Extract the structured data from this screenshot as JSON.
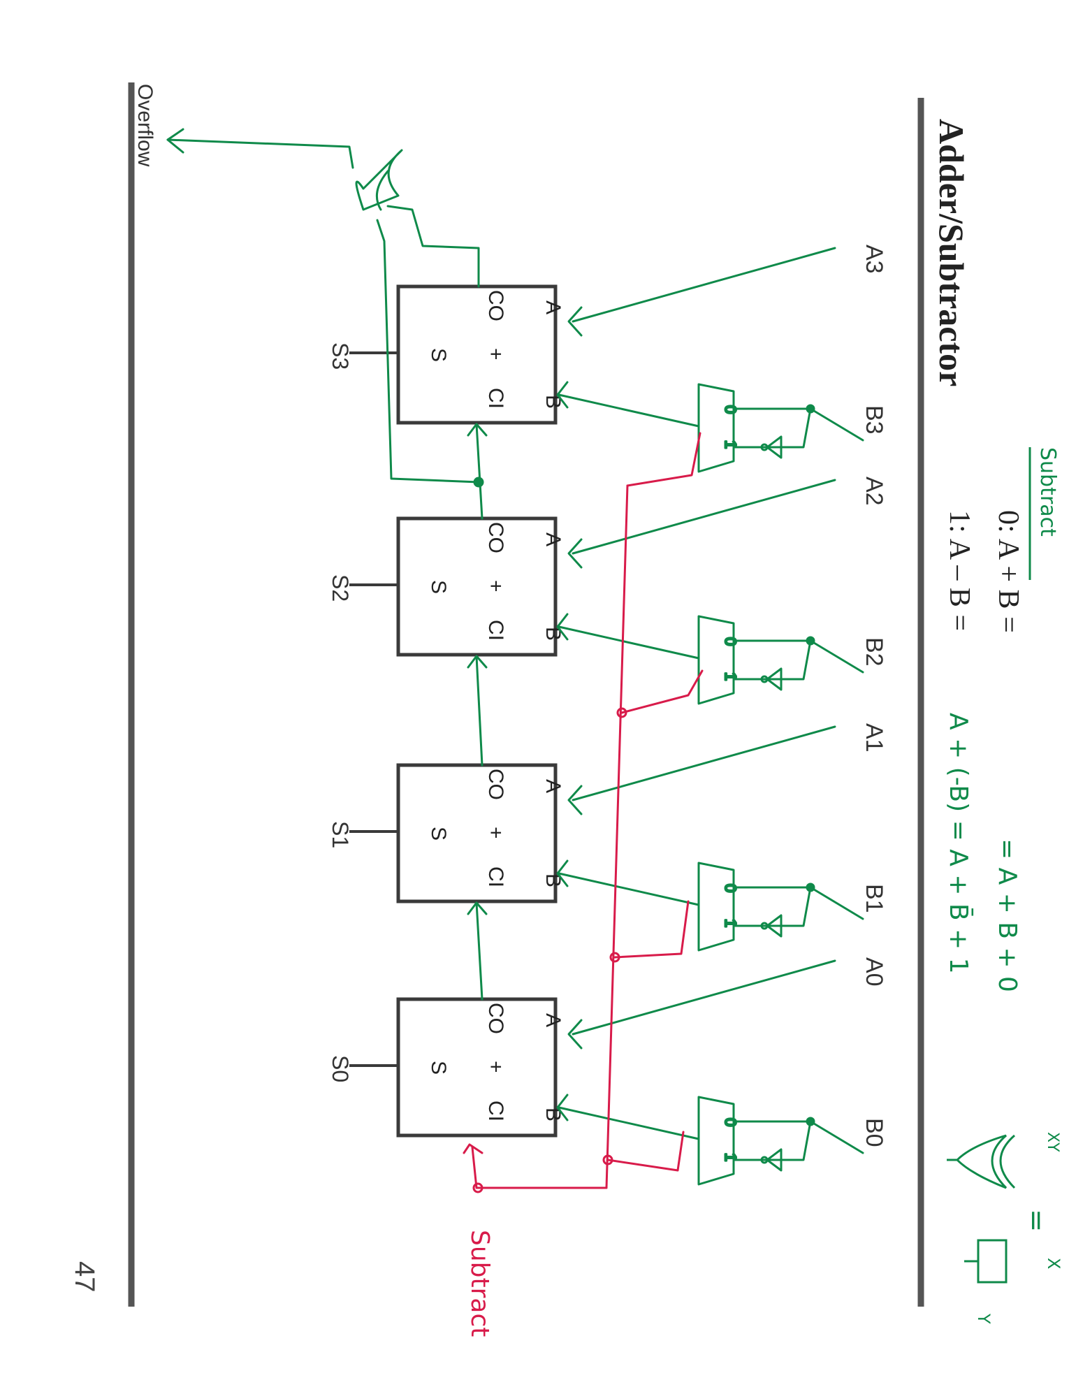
{
  "title": "Adder/Subtractor",
  "page_number": "47",
  "equations": {
    "header": "Subtract",
    "add_line": "0:  A + B =",
    "add_rhs": "= A + B + 0",
    "sub_line": "1:  A – B =",
    "sub_rhs": "A + (-B) = A + B̄ + 1"
  },
  "overflow_label": "Overflow",
  "subtract_label": "Subtract",
  "adders": [
    {
      "a": "A",
      "b": "B",
      "co": "CO",
      "ci": "CI",
      "op": "+",
      "s": "S",
      "in_a": "A3",
      "in_b": "B3",
      "out_s": "S3"
    },
    {
      "a": "A",
      "b": "B",
      "co": "CO",
      "ci": "CI",
      "op": "+",
      "s": "S",
      "in_a": "A2",
      "in_b": "B2",
      "out_s": "S2"
    },
    {
      "a": "A",
      "b": "B",
      "co": "CO",
      "ci": "CI",
      "op": "+",
      "s": "S",
      "in_a": "A1",
      "in_b": "B1",
      "out_s": "S1"
    },
    {
      "a": "A",
      "b": "B",
      "co": "CO",
      "ci": "CI",
      "op": "+",
      "s": "S",
      "in_a": "A0",
      "in_b": "B0",
      "out_s": "S0"
    }
  ],
  "mux_labels": {
    "zero": "0",
    "one": "1"
  },
  "legend": {
    "xor_eq": "=",
    "x": "X",
    "y": "Y",
    "xy": "XY"
  },
  "colors": {
    "ink": "#3a3a3a",
    "green": "#0f8a4a",
    "red": "#d81b4a"
  }
}
